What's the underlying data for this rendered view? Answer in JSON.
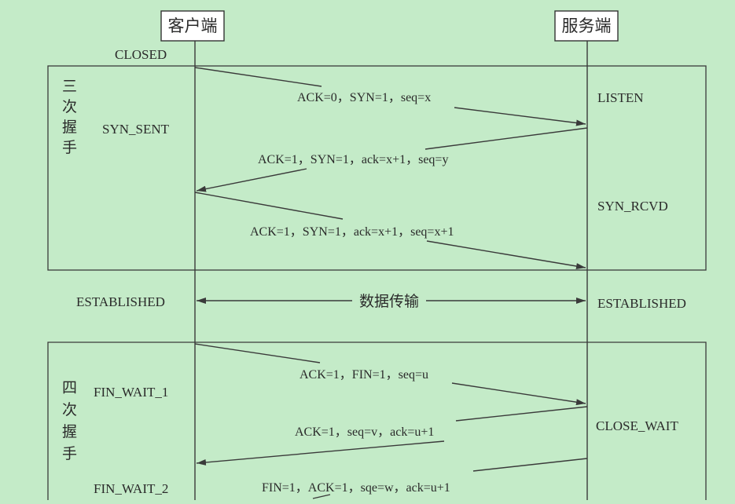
{
  "lanes": {
    "client": "客户端",
    "server": "服务端"
  },
  "handshake": {
    "title": [
      "三",
      "次",
      "握",
      "手"
    ],
    "client_initial": "CLOSED",
    "client_state": "SYN_SENT",
    "server_state_1": "LISTEN",
    "server_state_2": "SYN_RCVD",
    "messages": [
      "ACK=0，SYN=1，seq=x",
      "ACK=1，SYN=1，ack=x+1，seq=y",
      "ACK=1，SYN=1，ack=x+1，seq=x+1"
    ]
  },
  "transfer": {
    "client_state": "ESTABLISHED",
    "server_state": "ESTABLISHED",
    "label": "数据传输"
  },
  "teardown": {
    "title": [
      "四",
      "次",
      "握",
      "手"
    ],
    "client_state_1": "FIN_WAIT_1",
    "client_state_2": "FIN_WAIT_2",
    "server_state": "CLOSE_WAIT",
    "messages": [
      "ACK=1，FIN=1，seq=u",
      "ACK=1，seq=v，ack=u+1",
      "FIN=1，ACK=1，sqe=w，ack=u+1"
    ]
  },
  "colors": {
    "background": "#c4ebc8",
    "ink": "#3a3a3a"
  }
}
